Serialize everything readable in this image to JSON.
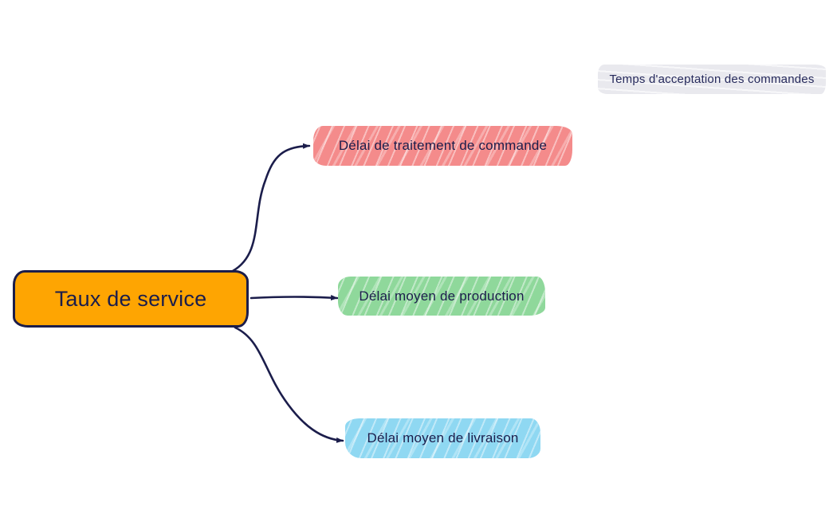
{
  "canvas": {
    "background": "#FFFFFF"
  },
  "nodes": {
    "root": {
      "label": "Taux de service",
      "fill": "#FEA502",
      "border_color": "#1B1D4B",
      "text_color": "#1B1D4B"
    },
    "children": [
      {
        "label": "Délai de traitement de commande",
        "fill": "#F48B8B",
        "text_color": "#1B1D4B"
      },
      {
        "label": "Délai moyen de production",
        "fill": "#8FD89B",
        "text_color": "#1B1D4B"
      },
      {
        "label": "Délai moyen de livraison",
        "fill": "#8FD8F2",
        "text_color": "#1B1D4B"
      }
    ],
    "floating": {
      "label": "Temps d'acceptation des commandes",
      "fill": "#E9E9EE",
      "text_color": "#262A5C"
    }
  },
  "connectors": {
    "color": "#1B1D4B"
  }
}
